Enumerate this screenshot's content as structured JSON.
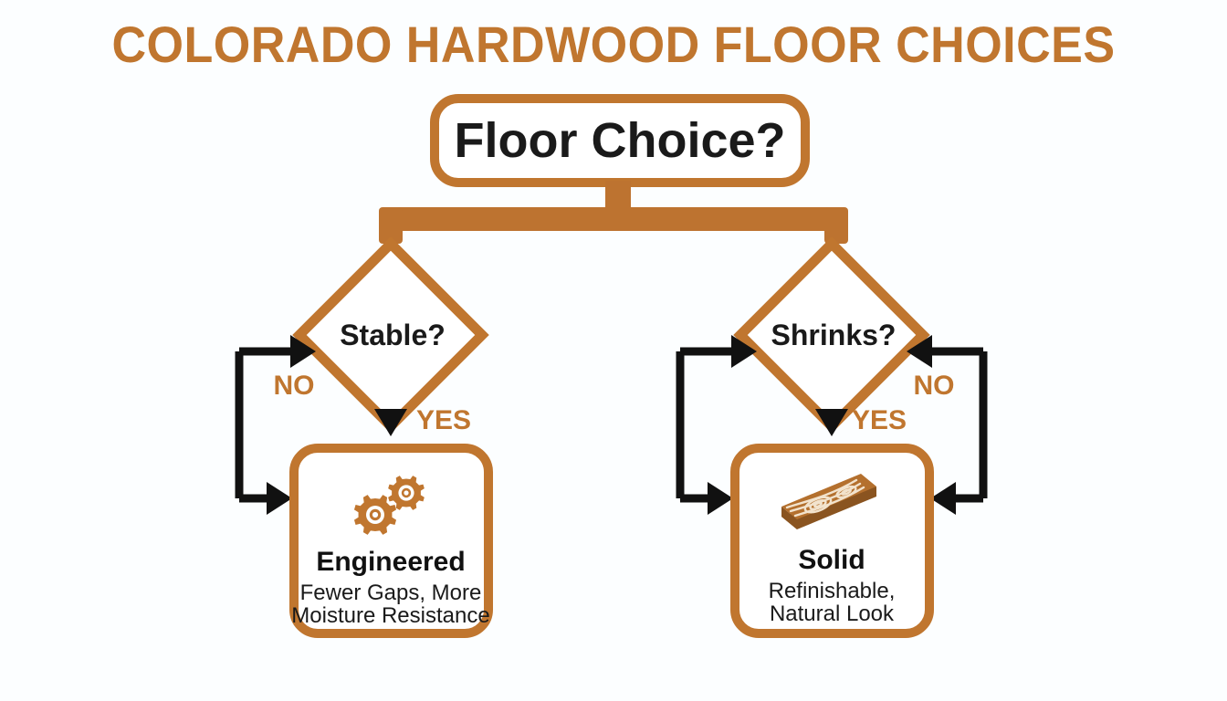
{
  "page": {
    "title": "COLORADO HARDWOOD FLOOR CHOICES",
    "background_color": "#fcfeff",
    "accent_color": "#c0762f",
    "text_color": "#1a1a1a",
    "arrow_color": "#111111"
  },
  "root": {
    "label": "Floor Choice?",
    "shape": "rounded-rectangle"
  },
  "decisions": [
    {
      "id": "stable",
      "label": "Stable?",
      "shape": "diamond",
      "yes_label": "YES",
      "no_label": "NO",
      "no_side": "left"
    },
    {
      "id": "shrinks",
      "label": "Shrinks?",
      "shape": "diamond",
      "yes_label": "YES",
      "no_label": "NO",
      "no_side": "right"
    }
  ],
  "outcomes": [
    {
      "id": "engineered",
      "title": "Engineered",
      "subtitle_line1": "Fewer Gaps, More",
      "subtitle_line2": "Moisture Resistance",
      "icon": "gears-icon",
      "shape": "rounded-rectangle"
    },
    {
      "id": "solid",
      "title": "Solid",
      "subtitle_line1": "Refinishable,",
      "subtitle_line2": "Natural Look",
      "icon": "wood-plank-icon",
      "shape": "rounded-rectangle"
    }
  ]
}
